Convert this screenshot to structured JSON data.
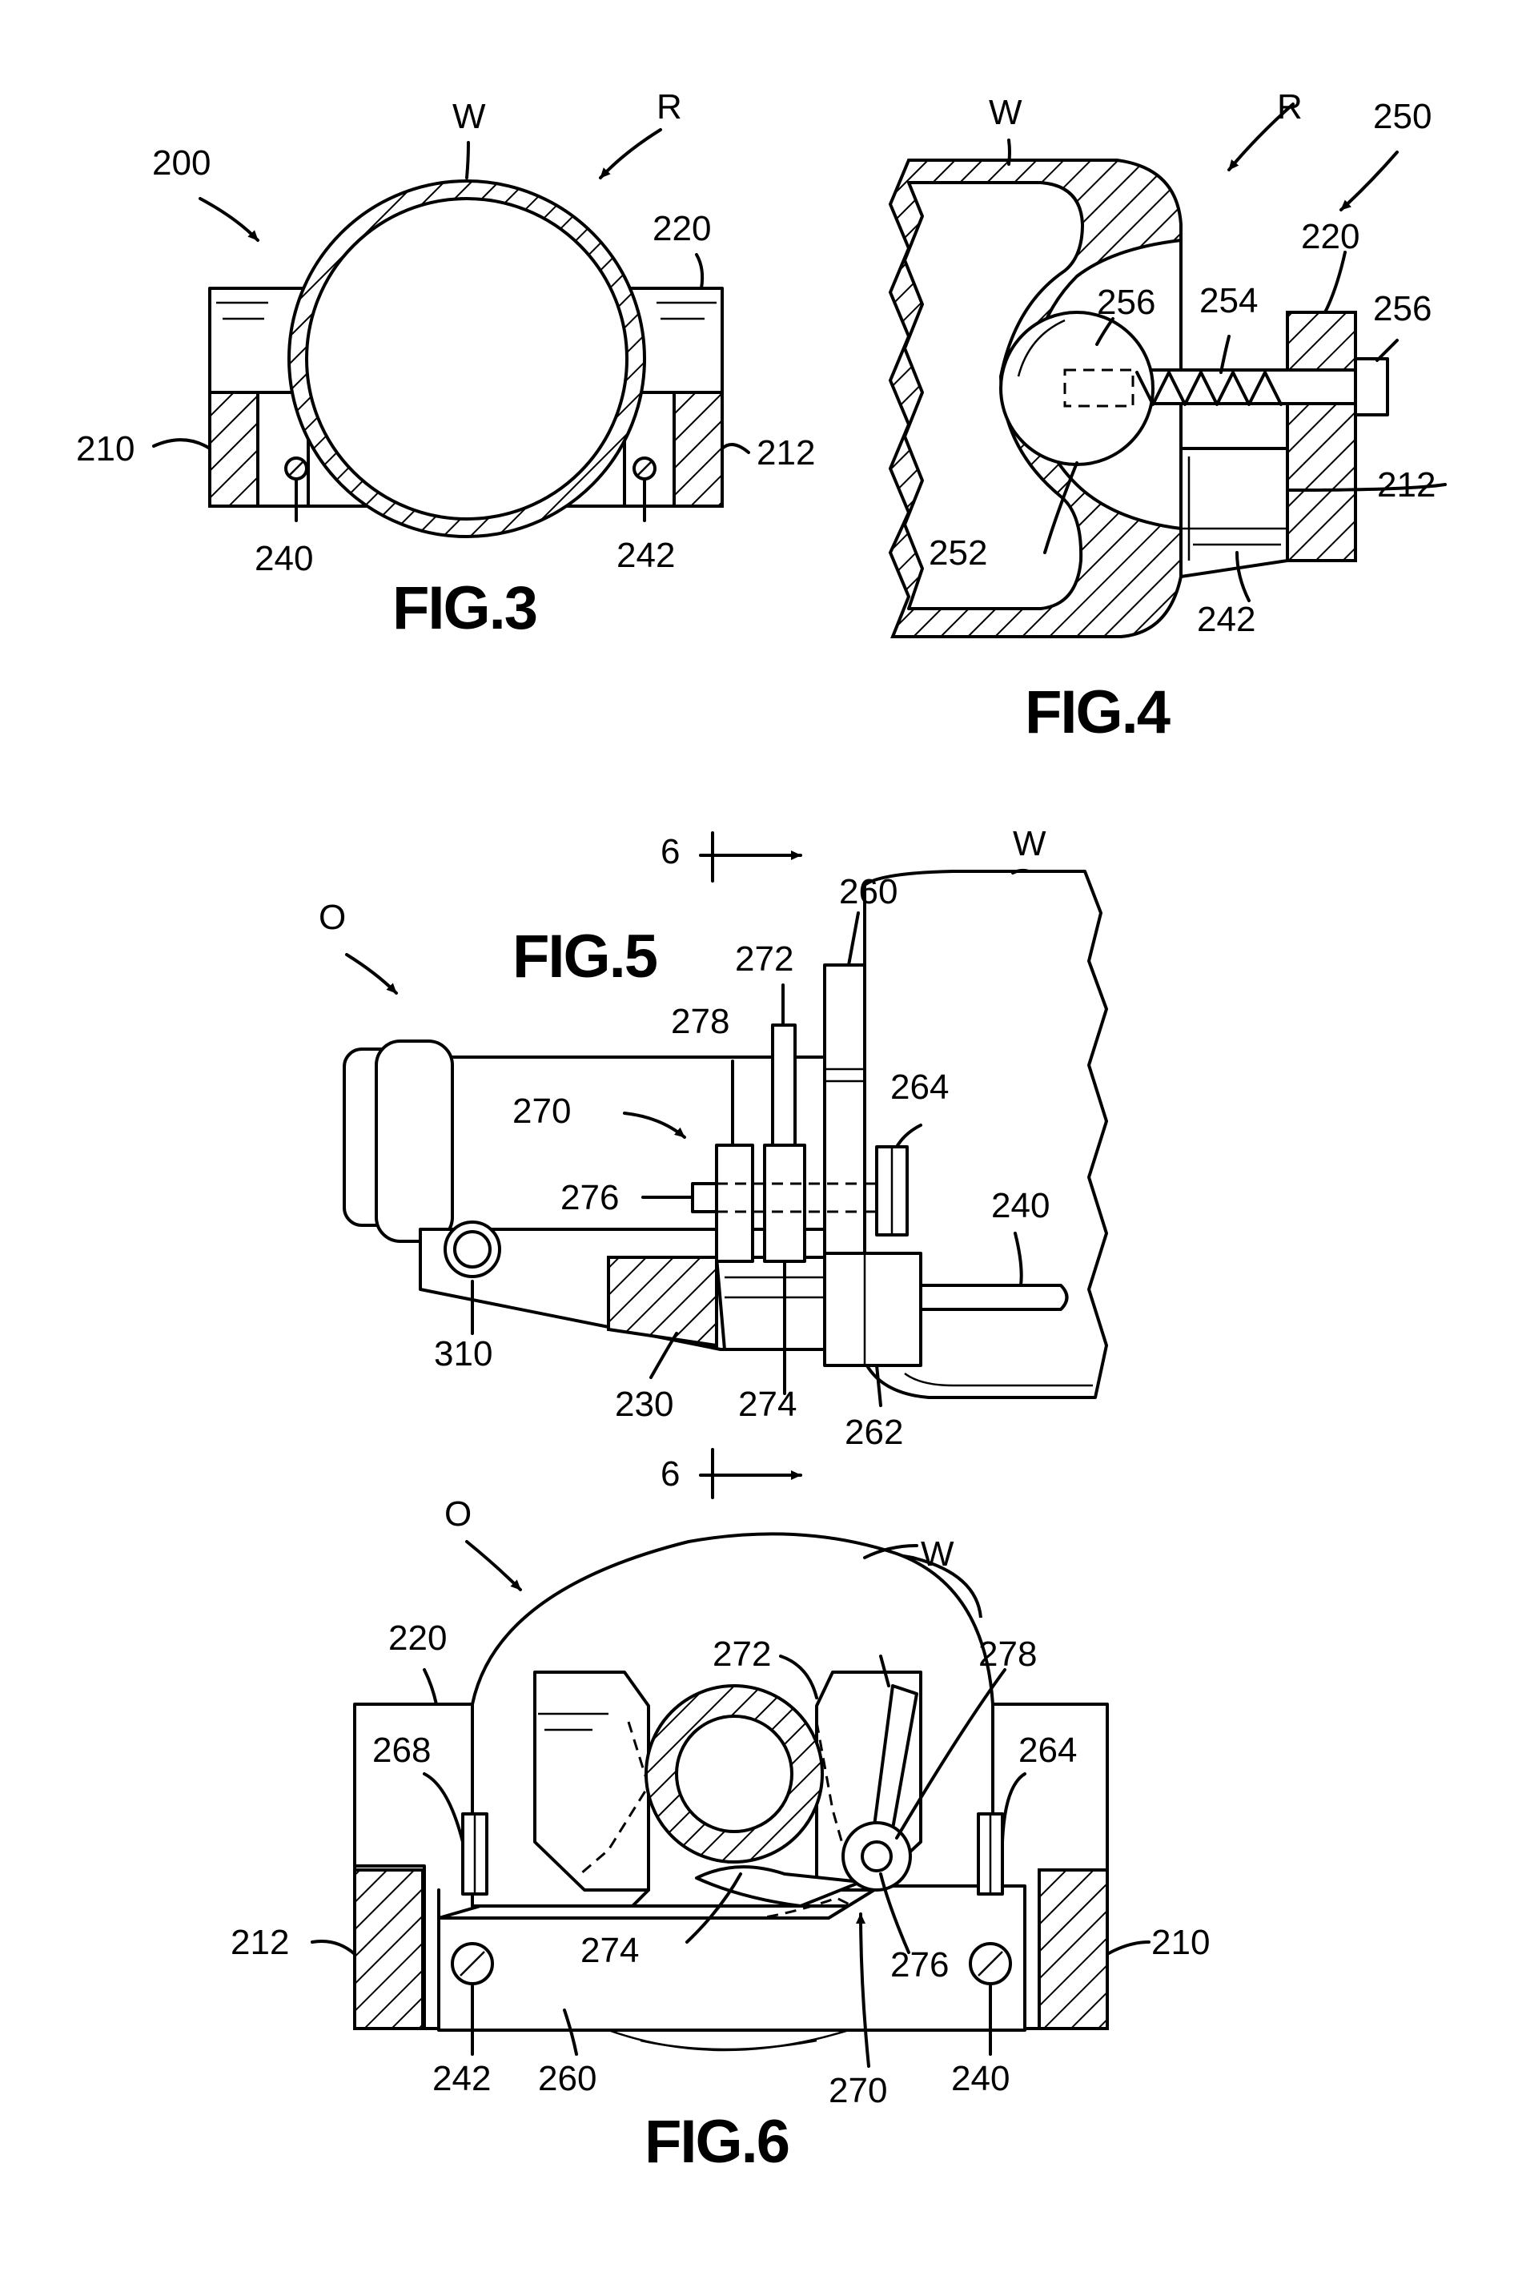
{
  "figures": {
    "fig3": {
      "title": "FIG.3",
      "labels": {
        "assembly": "200",
        "wheel": "W",
        "rim": "R",
        "body": "220",
        "left_block": "210",
        "right_block": "212",
        "left_pin": "240",
        "right_pin": "242"
      }
    },
    "fig4": {
      "title": "FIG.4",
      "labels": {
        "wheel": "W",
        "rim": "R",
        "assembly": "250",
        "body": "220",
        "ball_stem": "256",
        "spring": "254",
        "plunger": "256",
        "block": "212",
        "ball": "252",
        "pin": "242"
      }
    },
    "fig5": {
      "title": "FIG.5",
      "labels": {
        "section_top": "6",
        "section_bottom": "6",
        "wheel": "W",
        "view": "O",
        "plate": "260",
        "lever": "272",
        "hub": "278",
        "mechanism": "270",
        "roller": "264",
        "axle": "276",
        "pin": "240",
        "pivot": "310",
        "bracket": "230",
        "cam": "274",
        "clamp": "262"
      }
    },
    "fig6": {
      "title": "FIG.6",
      "labels": {
        "view": "O",
        "wheel": "W",
        "body": "220",
        "lever": "272",
        "hub": "278",
        "left_roller": "268",
        "right_roller": "264",
        "left_block": "212",
        "cam": "274",
        "axle": "276",
        "right_block": "210",
        "left_pin": "242",
        "plate": "260",
        "mechanism": "270",
        "right_pin": "240"
      }
    }
  }
}
